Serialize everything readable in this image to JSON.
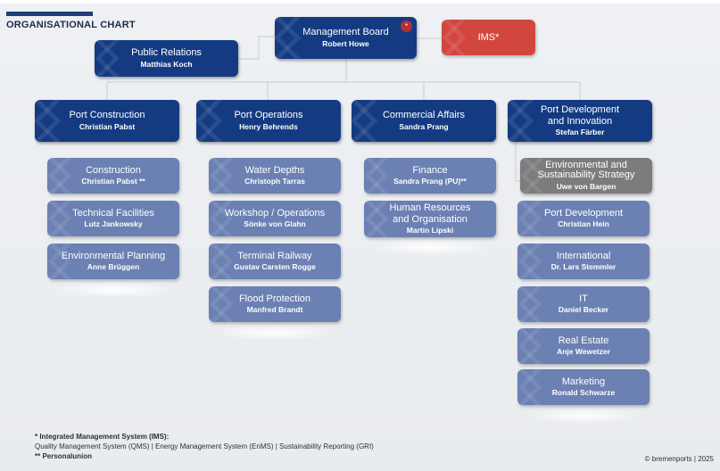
{
  "header": {
    "title": "ORGANISATIONAL CHART"
  },
  "management_board": {
    "title": "Management Board",
    "name": "Robert Howe",
    "badge": "*"
  },
  "ims": {
    "title": "IMS*"
  },
  "public_relations": {
    "title": "Public Relations",
    "name": "Matthias Koch"
  },
  "departments": [
    {
      "title": "Port Construction",
      "name": "Christian Pabst",
      "units": [
        {
          "title": "Construction",
          "name": "Christian Pabst **"
        },
        {
          "title": "Technical Facilities",
          "name": "Lutz Jankowsky"
        },
        {
          "title": "Environmental Planning",
          "name": "Anne Brüggen"
        }
      ]
    },
    {
      "title": "Port Operations",
      "name": "Henry Behrends",
      "units": [
        {
          "title": "Water Depths",
          "name": "Christoph Tarras"
        },
        {
          "title": "Workshop / Operations",
          "name": "Sönke von Glahn"
        },
        {
          "title": "Terminal Railway",
          "name": "Gustav Carsten Rogge"
        },
        {
          "title": "Flood Protection",
          "name": "Manfred Brandt"
        }
      ]
    },
    {
      "title": "Commercial Affairs",
      "name": "Sandra Prang",
      "units": [
        {
          "title": "Finance",
          "name": "Sandra Prang (PU)**"
        },
        {
          "title": "Human Resources\nand Organisation",
          "name": "Martin Lipski"
        }
      ]
    },
    {
      "title": "Port Development\nand Innovation",
      "name": "Stefan Färber",
      "special_unit": {
        "title": "Environmental and\nSustainability Strategy",
        "name": "Uwe von Bargen"
      },
      "units": [
        {
          "title": "Port Development",
          "name": "Christian Hein"
        },
        {
          "title": "International",
          "name": "Dr. Lars Stemmler"
        },
        {
          "title": "IT",
          "name": "Daniel Becker"
        },
        {
          "title": "Real Estate",
          "name": "Anje Wewetzer"
        },
        {
          "title": "Marketing",
          "name": "Ronald Schwarze"
        }
      ]
    }
  ],
  "footnotes": {
    "ims_heading": "* Integrated Management System (IMS):",
    "ims_detail": "Quality Management System (QMS) | Energy Management System (EnMS) | Sustainability Reporting (GRI)",
    "personal_union": "** Personalunion"
  },
  "copyright": "© bremenports | 2025",
  "colors": {
    "dark_box": "#143b82",
    "light_box": "#6b80b3",
    "grey_box": "#7c7c7c",
    "ims_box": "#d1473f",
    "connector": "#c7ccd3"
  }
}
